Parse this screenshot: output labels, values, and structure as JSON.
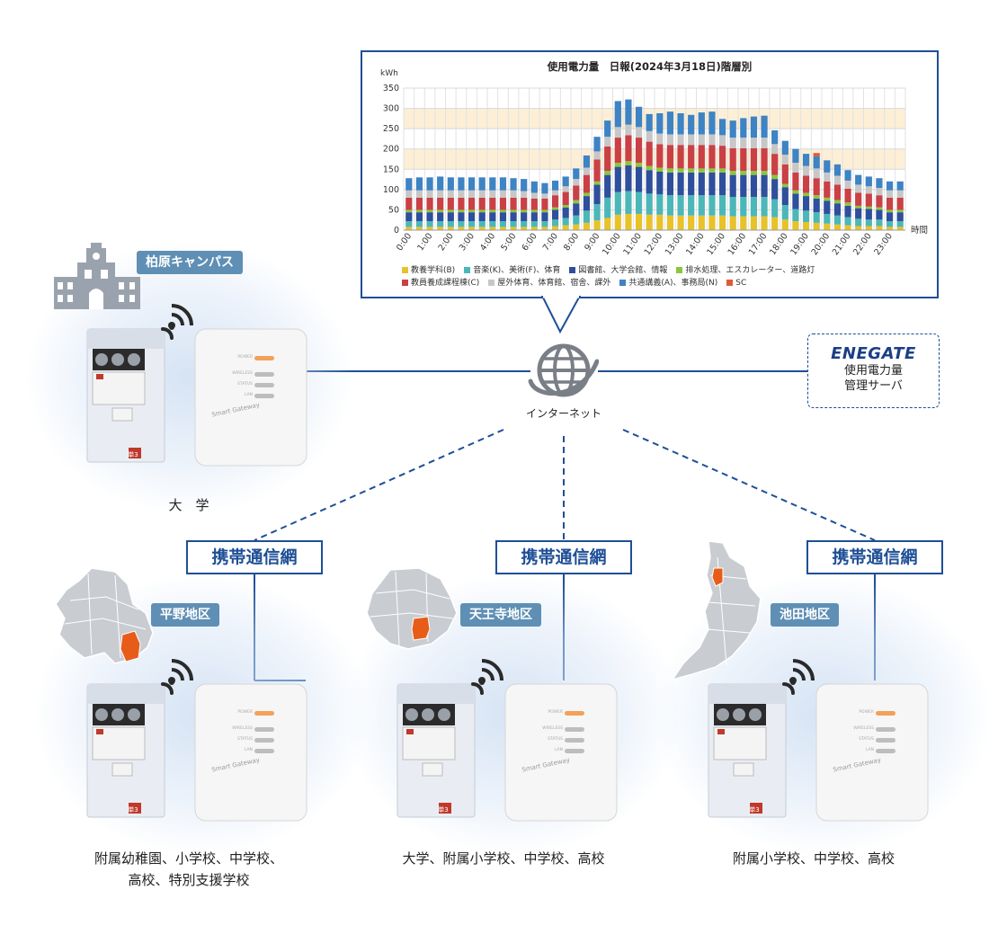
{
  "chart": {
    "title": "使用電力量　日報(2024年3月18日)階層別",
    "unit": "kWh",
    "x_axis_label": "時間"
  },
  "chart_data": {
    "type": "bar",
    "stacked": true,
    "title": "使用電力量　日報(2024年3月18日)階層別",
    "ylabel": "kWh",
    "xlabel": "時間",
    "ylim": [
      0,
      350
    ],
    "yticks": [
      "0",
      "50",
      "100",
      "150",
      "200",
      "250",
      "300",
      "350"
    ],
    "categories": [
      "0:00",
      "0:30",
      "1:00",
      "1:30",
      "2:00",
      "2:30",
      "3:00",
      "3:30",
      "4:00",
      "4:30",
      "5:00",
      "5:30",
      "6:00",
      "6:30",
      "7:00",
      "7:30",
      "8:00",
      "8:30",
      "9:00",
      "9:30",
      "10:00",
      "10:30",
      "11:00",
      "11:30",
      "12:00",
      "12:30",
      "13:00",
      "13:30",
      "14:00",
      "14:30",
      "15:00",
      "15:30",
      "16:00",
      "16:30",
      "17:00",
      "17:30",
      "18:00",
      "18:30",
      "19:00",
      "19:30",
      "20:00",
      "20:30",
      "21:00",
      "21:30",
      "22:00",
      "22:30",
      "23:00",
      "23:30"
    ],
    "tick_labels": [
      "0:00",
      "1:00",
      "2:00",
      "3:00",
      "4:00",
      "5:00",
      "6:00",
      "7:00",
      "8:00",
      "9:00",
      "10:00",
      "11:00",
      "12:00",
      "13:00",
      "14:00",
      "15:00",
      "16:00",
      "17:00",
      "18:00",
      "19:00",
      "20:00",
      "21:00",
      "22:00",
      "23:00"
    ],
    "series": [
      {
        "name": "教養学科(B)",
        "color": "#e8c22a",
        "values": [
          8,
          8,
          8,
          8,
          8,
          8,
          8,
          8,
          8,
          8,
          8,
          8,
          8,
          8,
          10,
          12,
          14,
          18,
          24,
          30,
          38,
          40,
          40,
          38,
          38,
          36,
          36,
          36,
          36,
          36,
          36,
          34,
          34,
          34,
          34,
          32,
          26,
          22,
          20,
          18,
          16,
          14,
          12,
          10,
          10,
          10,
          8,
          8
        ]
      },
      {
        "name": "音楽(K)、美術(F)、体育",
        "color": "#4cb7b8",
        "values": [
          14,
          14,
          14,
          14,
          14,
          14,
          14,
          14,
          14,
          14,
          14,
          14,
          14,
          14,
          16,
          18,
          22,
          30,
          40,
          50,
          56,
          56,
          54,
          52,
          50,
          50,
          50,
          50,
          50,
          50,
          50,
          48,
          48,
          48,
          48,
          44,
          36,
          30,
          28,
          26,
          24,
          22,
          20,
          18,
          16,
          16,
          14,
          14
        ]
      },
      {
        "name": "図書館、大学会館、情報",
        "color": "#2f4f9c",
        "values": [
          22,
          22,
          22,
          22,
          22,
          22,
          22,
          22,
          22,
          22,
          22,
          22,
          22,
          22,
          24,
          26,
          30,
          36,
          48,
          56,
          62,
          64,
          62,
          58,
          56,
          56,
          56,
          56,
          56,
          56,
          56,
          54,
          54,
          54,
          54,
          50,
          44,
          38,
          36,
          34,
          32,
          30,
          28,
          26,
          26,
          24,
          22,
          22
        ]
      },
      {
        "name": "排水処理、エスカレーター、道路灯",
        "color": "#8cc63e",
        "values": [
          6,
          6,
          6,
          6,
          6,
          6,
          6,
          6,
          6,
          6,
          6,
          6,
          6,
          6,
          6,
          6,
          8,
          8,
          8,
          10,
          10,
          10,
          10,
          10,
          10,
          10,
          10,
          10,
          10,
          10,
          10,
          10,
          10,
          10,
          10,
          10,
          8,
          8,
          8,
          8,
          8,
          8,
          8,
          6,
          6,
          6,
          6,
          6
        ]
      },
      {
        "name": "教員養成課程棟(C)",
        "color": "#c94045",
        "values": [
          30,
          30,
          30,
          30,
          30,
          30,
          30,
          30,
          30,
          30,
          30,
          30,
          28,
          28,
          30,
          32,
          36,
          44,
          54,
          60,
          62,
          64,
          62,
          60,
          58,
          58,
          58,
          58,
          58,
          58,
          56,
          56,
          56,
          56,
          56,
          52,
          48,
          44,
          42,
          42,
          40,
          38,
          34,
          32,
          32,
          30,
          30,
          30
        ]
      },
      {
        "name": "屋外体育、体育館、宿舎、課外",
        "color": "#c7c7c7",
        "values": [
          18,
          18,
          18,
          18,
          18,
          18,
          18,
          18,
          18,
          18,
          18,
          16,
          14,
          12,
          12,
          14,
          16,
          18,
          20,
          24,
          26,
          26,
          26,
          26,
          26,
          26,
          26,
          26,
          26,
          26,
          26,
          26,
          26,
          26,
          26,
          24,
          24,
          24,
          24,
          24,
          22,
          22,
          20,
          20,
          18,
          18,
          18,
          18
        ]
      },
      {
        "name": "共通講義(A)、事務局(N)",
        "color": "#3e83c4",
        "values": [
          30,
          32,
          32,
          34,
          32,
          32,
          32,
          32,
          32,
          32,
          30,
          30,
          28,
          26,
          24,
          24,
          26,
          30,
          36,
          40,
          64,
          62,
          50,
          42,
          50,
          56,
          52,
          48,
          54,
          56,
          40,
          42,
          48,
          52,
          54,
          34,
          34,
          34,
          30,
          30,
          30,
          28,
          26,
          24,
          24,
          24,
          22,
          22
        ]
      },
      {
        "name": "SC",
        "color": "#e05a3a",
        "values": [
          0,
          0,
          0,
          0,
          0,
          0,
          0,
          0,
          0,
          0,
          0,
          0,
          0,
          0,
          0,
          0,
          0,
          0,
          0,
          0,
          0,
          0,
          0,
          0,
          0,
          0,
          0,
          0,
          0,
          0,
          0,
          0,
          0,
          0,
          0,
          0,
          0,
          0,
          0,
          8,
          0,
          0,
          0,
          0,
          0,
          0,
          0,
          0
        ]
      }
    ],
    "shaded_bands": [
      [
        150,
        200
      ],
      [
        250,
        300
      ]
    ],
    "grid": true,
    "legend": "bottom"
  },
  "network": {
    "internet_label": "インターネット",
    "server_logo": "ENEGATE",
    "server_line1": "使用電力量",
    "server_line2": "管理サーバ",
    "mobile_network_label": "携帯通信網"
  },
  "sites": {
    "campus_label": "柏原キャンパス",
    "campus_caption": "大　学",
    "hirano_label": "平野地区",
    "hirano_caption_1": "附属幼稚園、小学校、中学校、",
    "hirano_caption_2": "高校、特別支援学校",
    "tennoji_label": "天王寺地区",
    "tennoji_caption": "大学、附属小学校、中学校、高校",
    "ikeda_label": "池田地区",
    "ikeda_caption": "附属小学校、中学校、高校"
  },
  "devices": {
    "meter_tag": "単3",
    "gateway_text": "Smart Gateway",
    "gateway_leds": [
      "POWER",
      "WIRELESS",
      "STATUS",
      "LAN"
    ]
  },
  "colors": {
    "frame_blue": "#1e4f96",
    "pill_blue": "#5f8fb4",
    "highlight_orange": "#e85c1a",
    "map_gray": "#c9ccd1"
  }
}
